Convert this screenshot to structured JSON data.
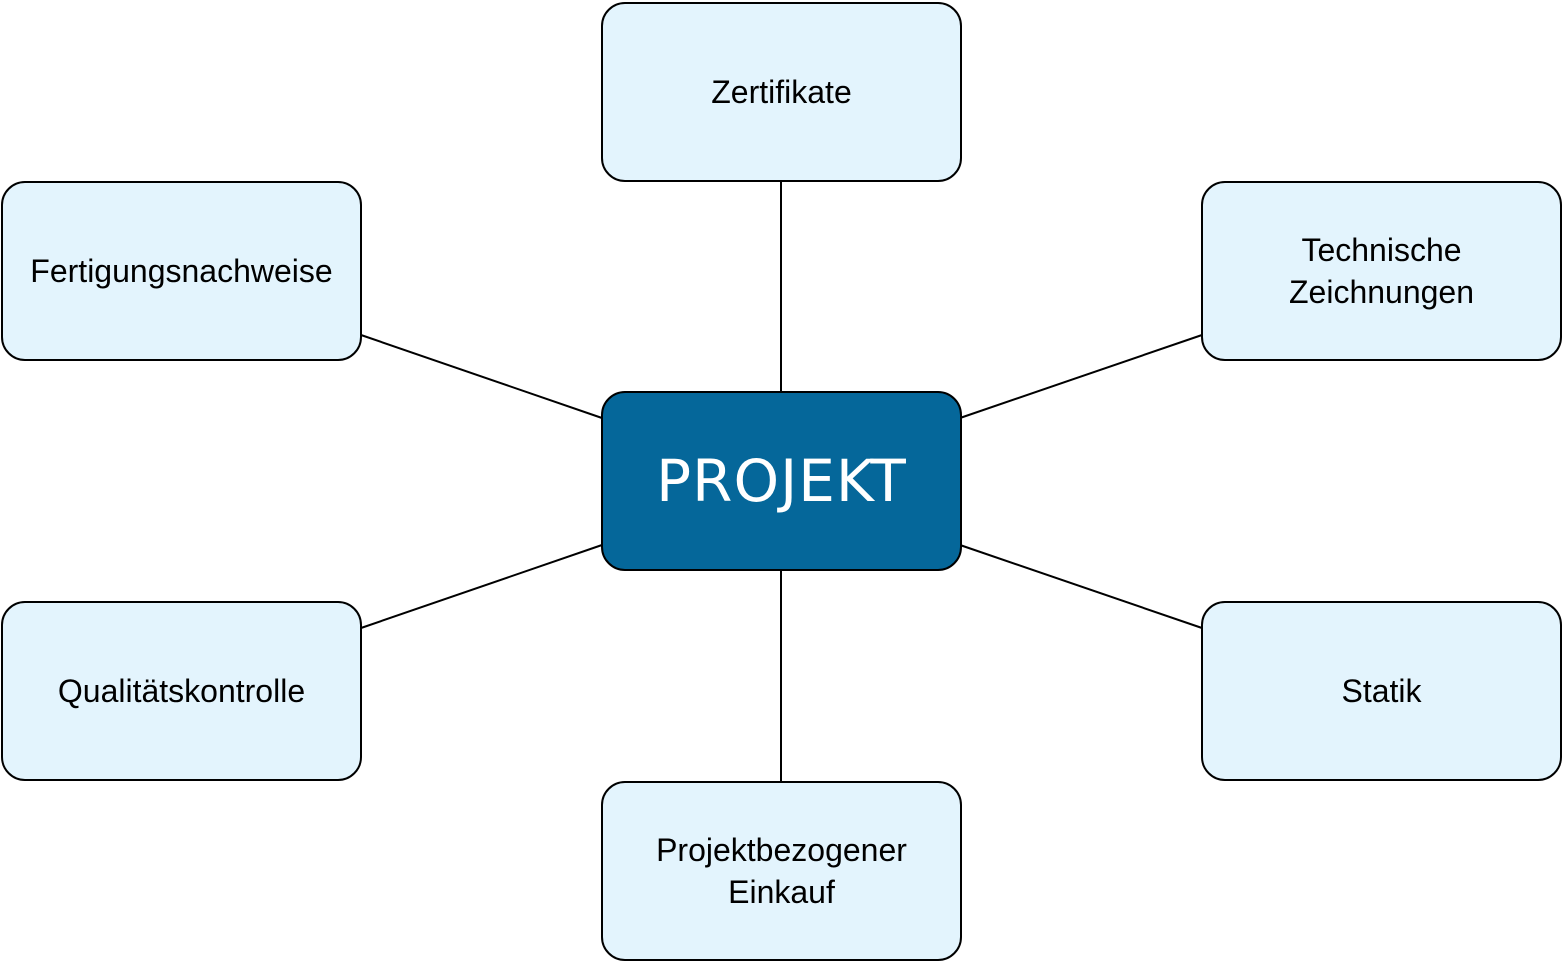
{
  "diagram": {
    "center": {
      "label": "PROJEKT"
    },
    "nodes": [
      {
        "id": "zertifikate",
        "label": "Zertifikate"
      },
      {
        "id": "fertigungsnachweise",
        "label": "Fertigungsnachweise"
      },
      {
        "id": "technische-zeichnungen",
        "label": "Technische\nZeichnungen"
      },
      {
        "id": "qualitaetskontrolle",
        "label": "Qualitätskontrolle"
      },
      {
        "id": "statik",
        "label": "Statik"
      },
      {
        "id": "projektbezogener-einkauf",
        "label": "Projektbezogener\nEinkauf"
      }
    ],
    "colors": {
      "center_fill": "#05679a",
      "center_text": "#ffffff",
      "node_fill": "#e3f4fd",
      "node_text": "#000000",
      "border": "#000000"
    }
  }
}
